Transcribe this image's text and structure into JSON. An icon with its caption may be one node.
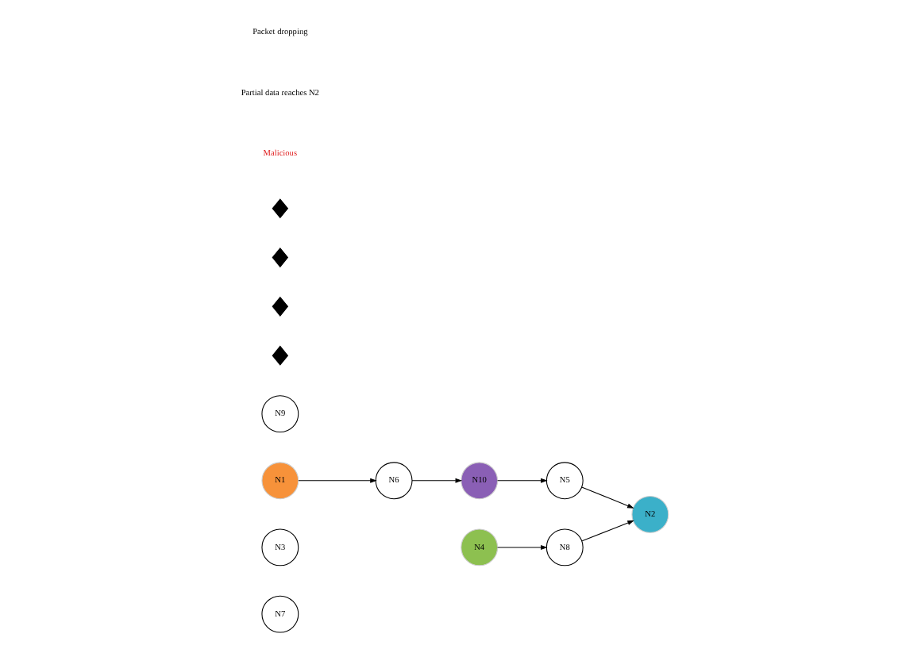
{
  "diagram": {
    "nodes": [
      {
        "text": [
          "N7"
        ]
      },
      {
        "text": [
          "N3"
        ]
      },
      {
        "text": [
          "N8"
        ]
      },
      {
        "text": [
          "N2"
        ]
      },
      {
        "text": [
          "N1"
        ]
      },
      {
        "text": [
          "N4"
        ]
      },
      {
        "text": [
          "N6"
        ]
      },
      {
        "text": [
          "N10"
        ]
      },
      {
        "text": [
          "N5"
        ]
      },
      {
        "text": [
          "N9"
        ]
      },
      {
        "text": [],
        "shape": "diamond"
      },
      {
        "text": [],
        "shape": "diamond"
      },
      {
        "text": [],
        "shape": "diamond"
      },
      {
        "text": [],
        "shape": "diamond"
      }
    ],
    "edges": [
      {
        "from": 5,
        "to": 2,
        "arrow": "to"
      },
      {
        "from": 2,
        "to": 3,
        "arrow": "to"
      },
      {
        "from": 4,
        "to": 6,
        "arrow": "to"
      },
      {
        "from": 6,
        "to": 7,
        "arrow": "to"
      },
      {
        "from": 7,
        "to": 8,
        "arrow": "to"
      },
      {
        "from": 8,
        "to": 3,
        "arrow": "to"
      }
    ],
    "labels": [
      "Malicious",
      "Partial data reaches N2",
      "Packet dropping"
    ]
  }
}
